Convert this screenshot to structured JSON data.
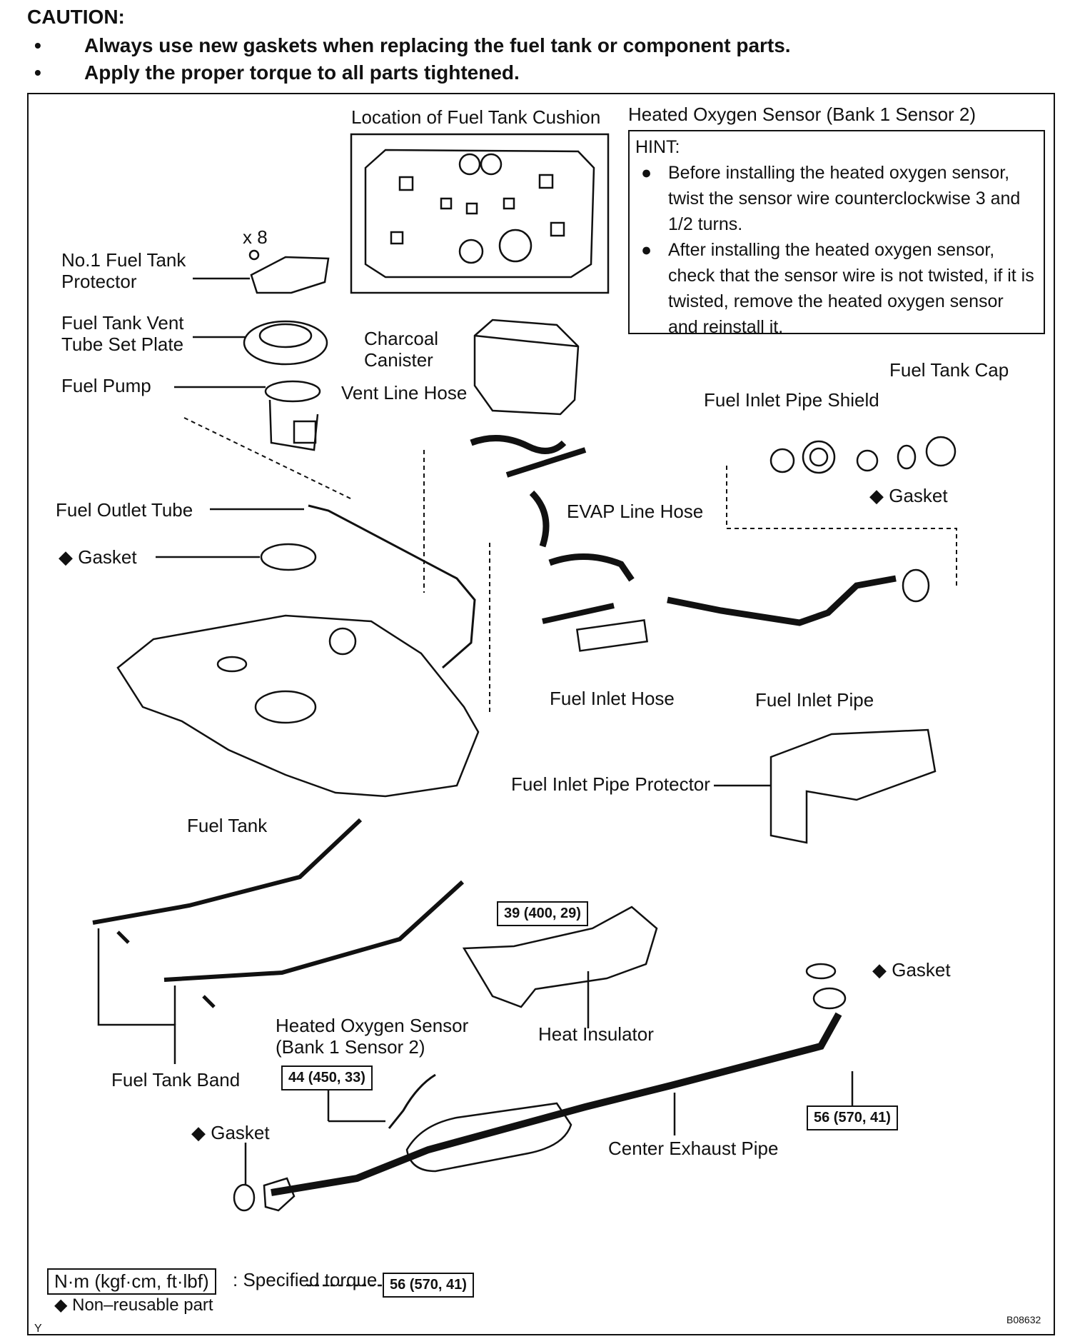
{
  "caution": {
    "title": "CAUTION:",
    "items": [
      "Always use new gaskets when replacing the fuel tank or component parts.",
      "Apply the proper torque to all parts tightened."
    ]
  },
  "inset": {
    "title": "Location of Fuel Tank Cushion"
  },
  "hint": {
    "header": "Heated Oxygen Sensor (Bank 1 Sensor 2)",
    "label": "HINT:",
    "items": [
      "Before installing the heated oxygen sensor, twist the sensor wire counterclockwise 3 and 1/2 turns.",
      "After installing the heated oxygen sensor, check that the sensor wire is not twisted, if it is twisted, remove the heated oxygen sensor and reinstall it."
    ]
  },
  "labels": {
    "qty": "x 8",
    "protector": "No.1 Fuel Tank\nProtector",
    "vent_plate": "Fuel Tank Vent\nTube Set Plate",
    "fuel_pump": "Fuel Pump",
    "charcoal": "Charcoal\nCanister",
    "vent_hose": "Vent Line Hose",
    "tank_cap": "Fuel Tank Cap",
    "inlet_shield": "Fuel Inlet Pipe Shield",
    "gasket_cap": "◆ Gasket",
    "outlet_tube": "Fuel Outlet Tube",
    "evap_hose": "EVAP Line Hose",
    "gasket_pump": "◆ Gasket",
    "inlet_hose": "Fuel Inlet Hose",
    "inlet_pipe": "Fuel Inlet Pipe",
    "inlet_protector": "Fuel Inlet Pipe Protector",
    "fuel_tank": "Fuel Tank",
    "heat_insulator": "Heat Insulator",
    "gasket_exhaust": "◆ Gasket",
    "ho2s": "Heated Oxygen Sensor\n(Bank 1 Sensor 2)",
    "tank_band": "Fuel Tank Band",
    "gasket_front": "◆ Gasket",
    "center_pipe": "Center Exhaust Pipe"
  },
  "torques": {
    "t1": "39 (400, 29)",
    "t2": "44 (450, 33)",
    "t3": "56 (570, 41)",
    "t4": "56 (570, 41)"
  },
  "legend": {
    "unit": "N·m (kgf·cm, ft·lbf)",
    "unit_desc": ": Specified torque",
    "nonreusable": "◆ Non–reusable part"
  },
  "figure_code": "B08632",
  "corner_mark": "Y"
}
